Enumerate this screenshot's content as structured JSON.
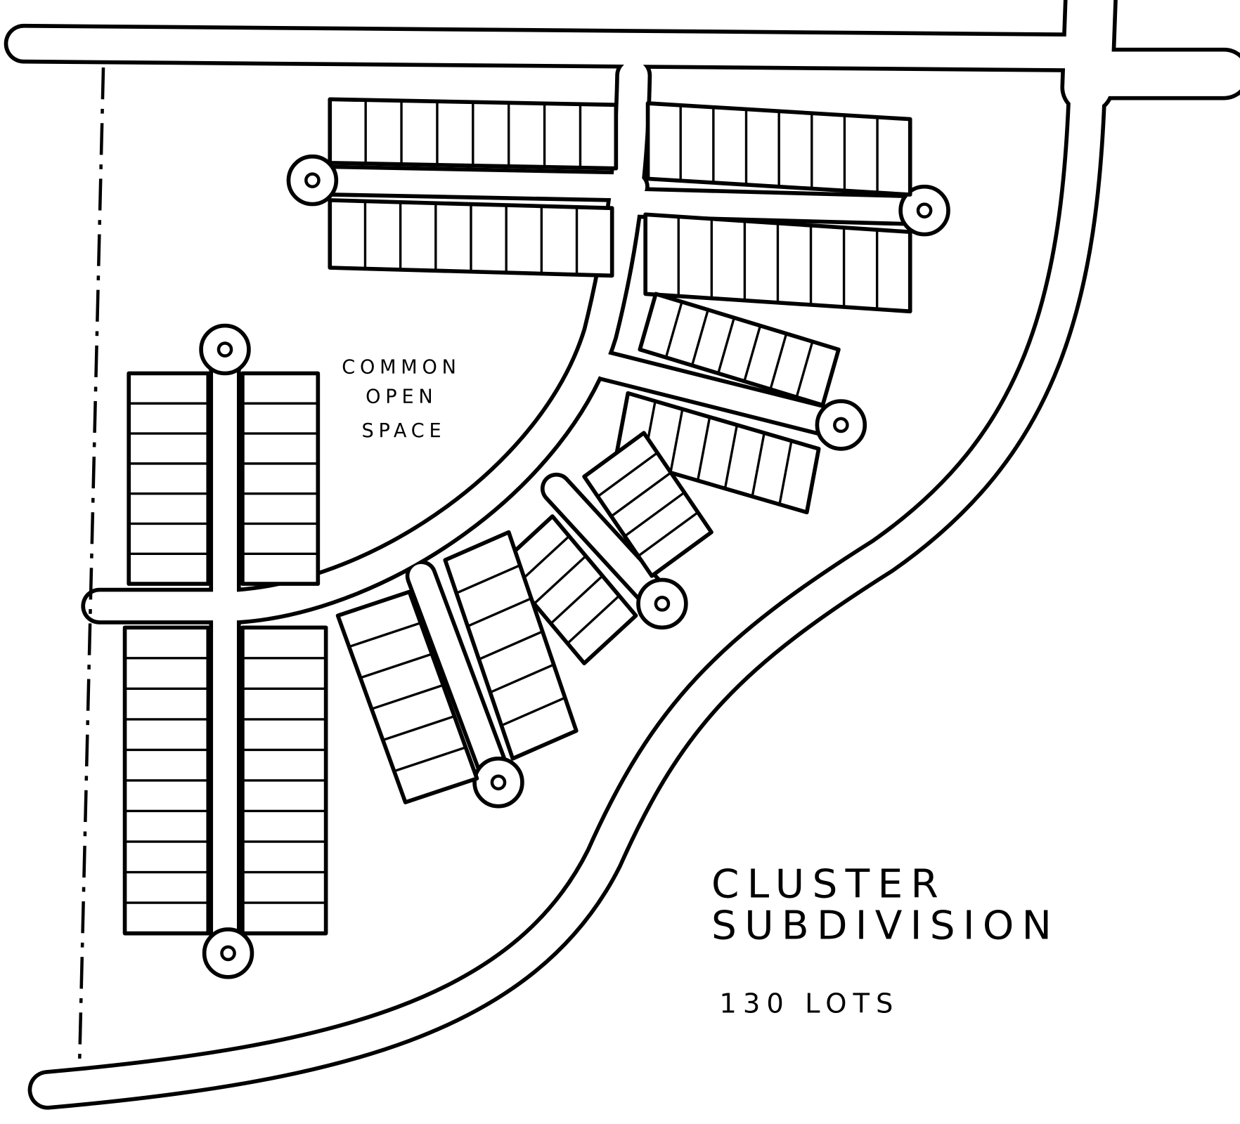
{
  "open_space_label": {
    "line1": "COMMON",
    "line2": "OPEN",
    "line3": "SPACE"
  },
  "title": {
    "line1": "CLUSTER",
    "line2": "SUBDIVISION"
  },
  "lot_count_label": "130 LOTS",
  "colors": {
    "ink": "#000000",
    "paper": "#ffffff"
  }
}
